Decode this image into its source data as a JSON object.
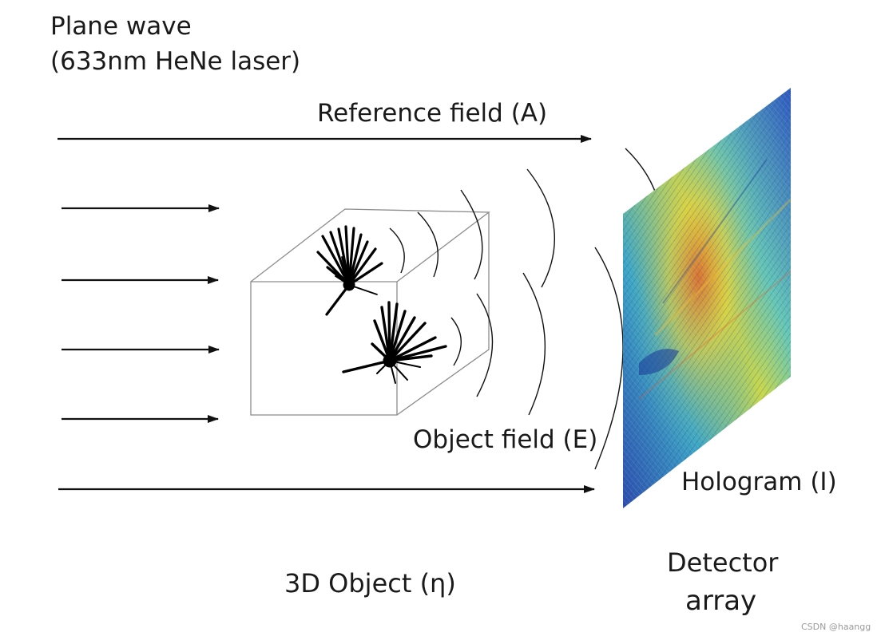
{
  "labels": {
    "plane_wave_line1": "Plane wave",
    "plane_wave_line2": "(633nm HeNe laser)",
    "reference_field": "Reference field (A)",
    "object_field": "Object field (E)",
    "object_3d": "3D Object (η)",
    "hologram": "Hologram (I)",
    "detector_line1": "Detector",
    "detector_line2": "array",
    "watermark": "CSDN @haangg"
  },
  "colors": {
    "line": "#111111",
    "cube_edge": "#8c8c8c",
    "hologram_base": "#2a4fb8",
    "hologram_mid": "#3fb3c8",
    "hologram_hot": "#e8d23a",
    "hologram_peak": "#d9541e"
  }
}
